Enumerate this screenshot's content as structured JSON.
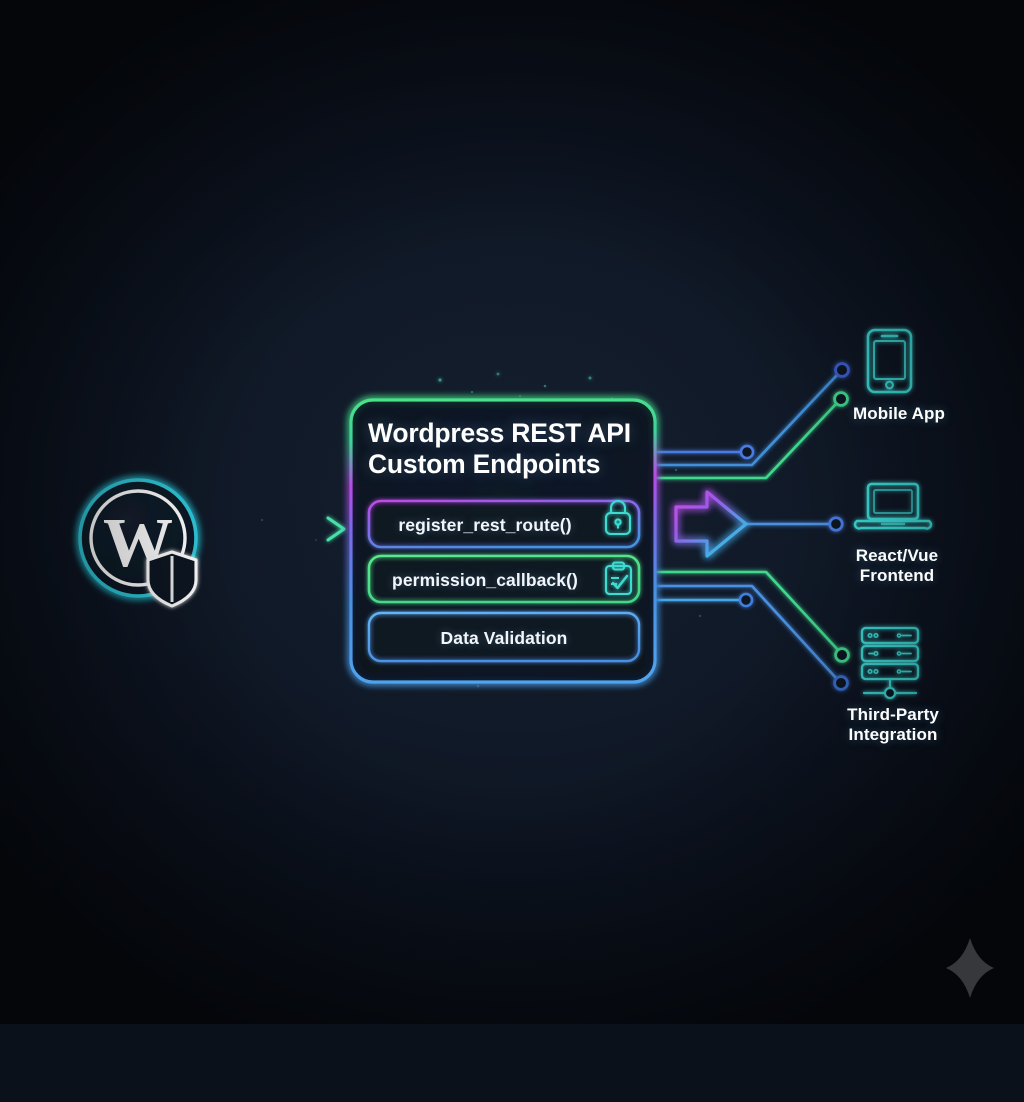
{
  "meta": {
    "domain": "diagram",
    "title": "Wordpress REST API Custom Endpoints",
    "background_color": "#0c1320",
    "accent_cyan": "#35e0d8",
    "accent_green": "#4ce08a",
    "accent_blue": "#4a90e2",
    "accent_magenta": "#c14ae8"
  },
  "source": {
    "name": "wordpress-logo",
    "letter": "W",
    "badge": "shield-icon",
    "ring_color": "#35c8d8"
  },
  "flow_arrow": {
    "name": "flow-arrow-in",
    "color": "#4ce08a"
  },
  "card": {
    "title": "Wordpress REST API\nCustom Endpoints",
    "border_colors": [
      "#4ce08a",
      "#b84ae8",
      "#4a90e2"
    ],
    "rows": [
      {
        "label": "register_rest_route()",
        "icon": "lock-icon",
        "border_from": "#c14ae8",
        "border_to": "#4a90e2"
      },
      {
        "label": "permission_callback()",
        "icon": "clipboard-check-icon",
        "border_from": "#4ce08a",
        "border_to": "#4ce08a"
      },
      {
        "label": "Data Validation",
        "icon": "none",
        "border_from": "#4a90e2",
        "border_to": "#5aa8f0"
      }
    ]
  },
  "big_arrow": {
    "name": "output-arrow",
    "gradient_from": "#c14ae8",
    "gradient_to": "#39c8e8"
  },
  "endpoints": [
    {
      "label": "Mobile App",
      "icon": "smartphone-icon",
      "color": "#3ddcc8"
    },
    {
      "label": "React/Vue\nFrontend",
      "icon": "laptop-icon",
      "color": "#3ddcc8"
    },
    {
      "label": "Third-Party\nIntegration",
      "icon": "server-rack-icon",
      "color": "#3ddcc8"
    }
  ],
  "watermark": {
    "name": "sparkle-watermark",
    "color": "#9aa0a6"
  }
}
